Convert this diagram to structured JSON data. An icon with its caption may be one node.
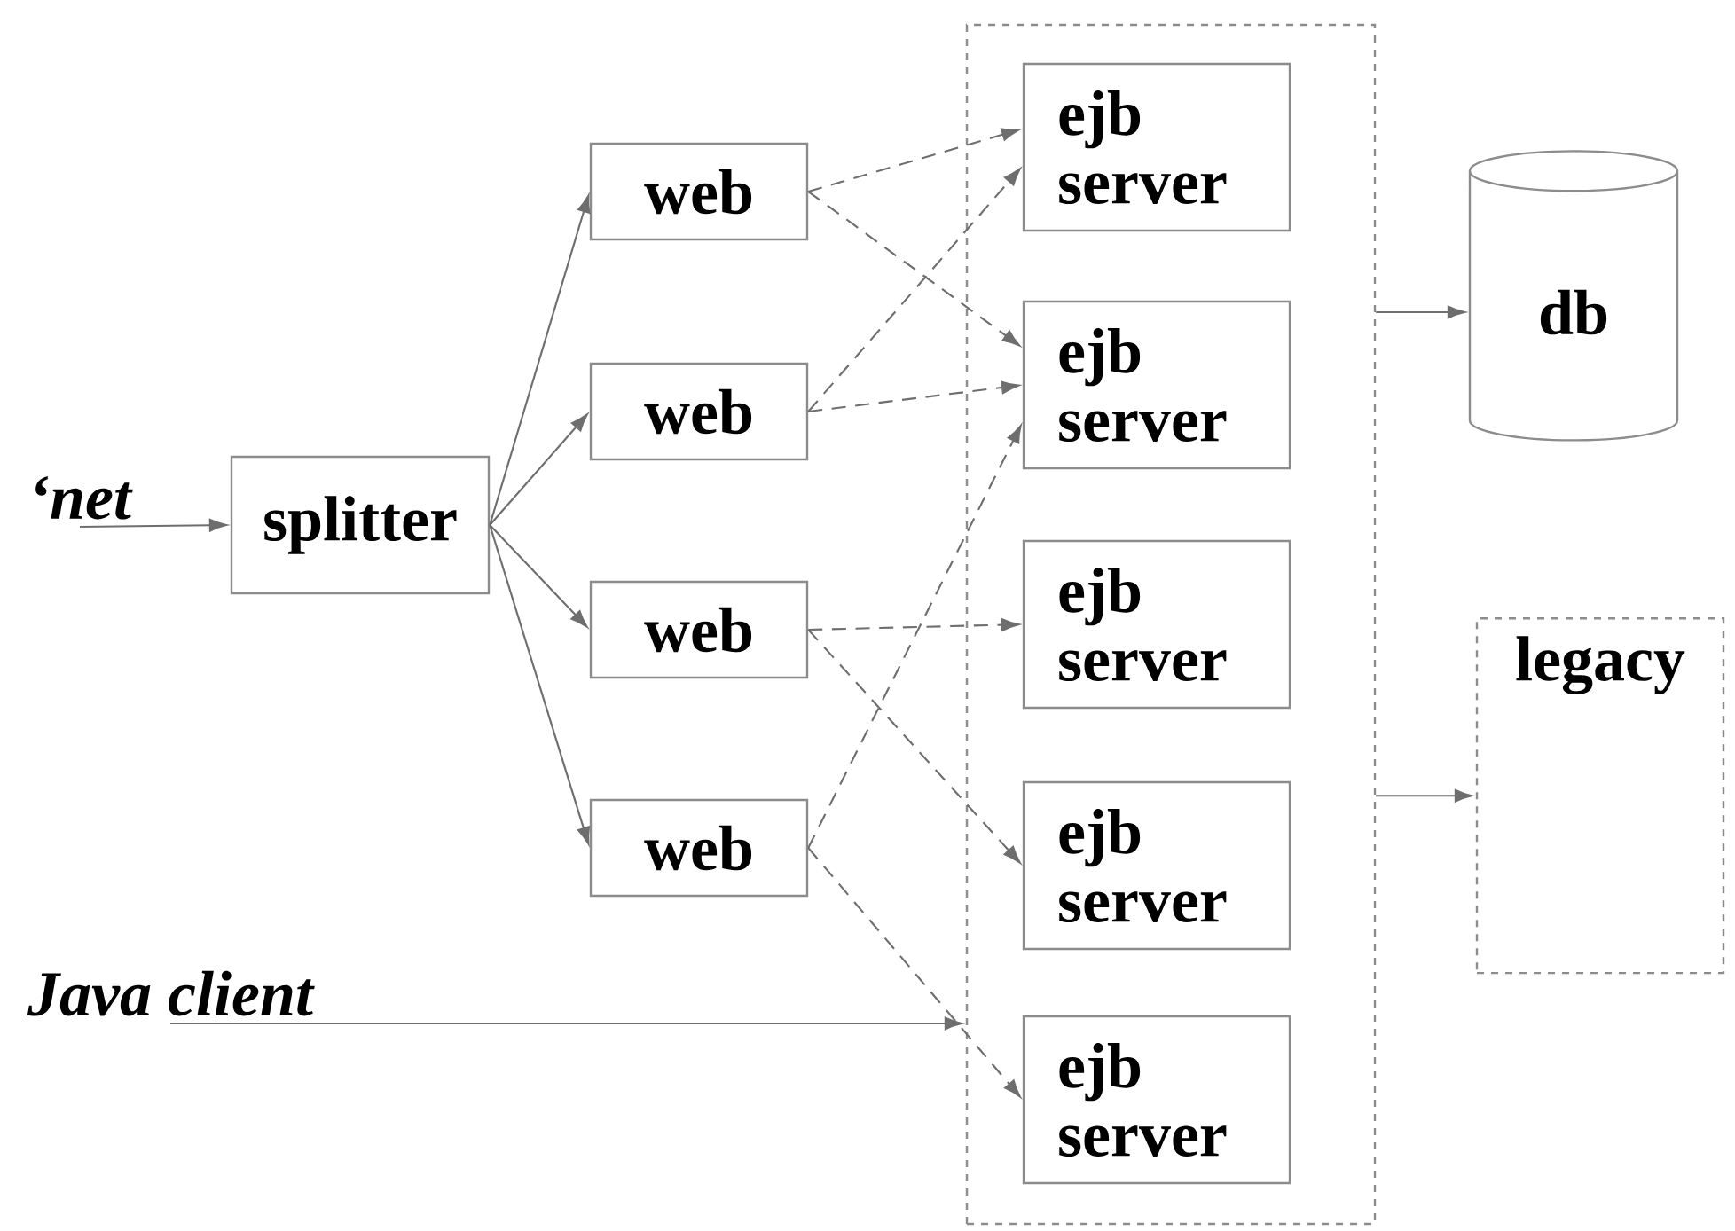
{
  "diagram": {
    "nodes": [
      {
        "text": [
          "‘net"
        ]
      },
      {
        "text": [
          "splitter"
        ]
      },
      {
        "text": [
          "web"
        ]
      },
      {
        "text": [
          "web"
        ]
      },
      {
        "text": [
          "web"
        ]
      },
      {
        "text": [
          "web"
        ]
      },
      {
        "text": [],
        "shape": "box"
      },
      {
        "text": [
          "ejb server"
        ],
        "in": 6
      },
      {
        "text": [
          "ejb server"
        ],
        "in": 6
      },
      {
        "text": [
          "ejb server"
        ],
        "in": 6
      },
      {
        "text": [
          "ejb server"
        ],
        "in": 6
      },
      {
        "text": [
          "ejb server"
        ],
        "in": 6
      },
      {
        "text": [
          "db"
        ]
      },
      {
        "text": [
          "legacy"
        ]
      },
      {
        "text": [
          "Java client"
        ]
      }
    ],
    "edges": [
      {
        "from": 0,
        "to": 1,
        "arrow": "to"
      },
      {
        "from": 1,
        "to": 2,
        "arrow": "to"
      },
      {
        "from": 1,
        "to": 3,
        "arrow": "to"
      },
      {
        "from": 1,
        "to": 4,
        "arrow": "to"
      },
      {
        "from": 1,
        "to": 5,
        "arrow": "to"
      },
      {
        "from": 2,
        "to": 7,
        "arrow": "to",
        "style": "dashed"
      },
      {
        "from": 2,
        "to": 8,
        "arrow": "to",
        "style": "dashed"
      },
      {
        "from": 3,
        "to": 8,
        "arrow": "to",
        "style": "dashed"
      },
      {
        "from": 3,
        "to": 7,
        "arrow": "to",
        "style": "dashed"
      },
      {
        "from": 4,
        "to": 9,
        "arrow": "to",
        "style": "dashed"
      },
      {
        "from": 4,
        "to": 10,
        "arrow": "to",
        "style": "dashed"
      },
      {
        "from": 5,
        "to": 8,
        "arrow": "to",
        "style": "dashed"
      },
      {
        "from": 5,
        "to": 11,
        "arrow": "to",
        "style": "dashed"
      },
      {
        "from": 14,
        "to": 6,
        "arrow": "to"
      },
      {
        "from": 6,
        "to": 12,
        "arrow": "to"
      },
      {
        "from": 6,
        "to": 13,
        "arrow": "to"
      }
    ]
  }
}
